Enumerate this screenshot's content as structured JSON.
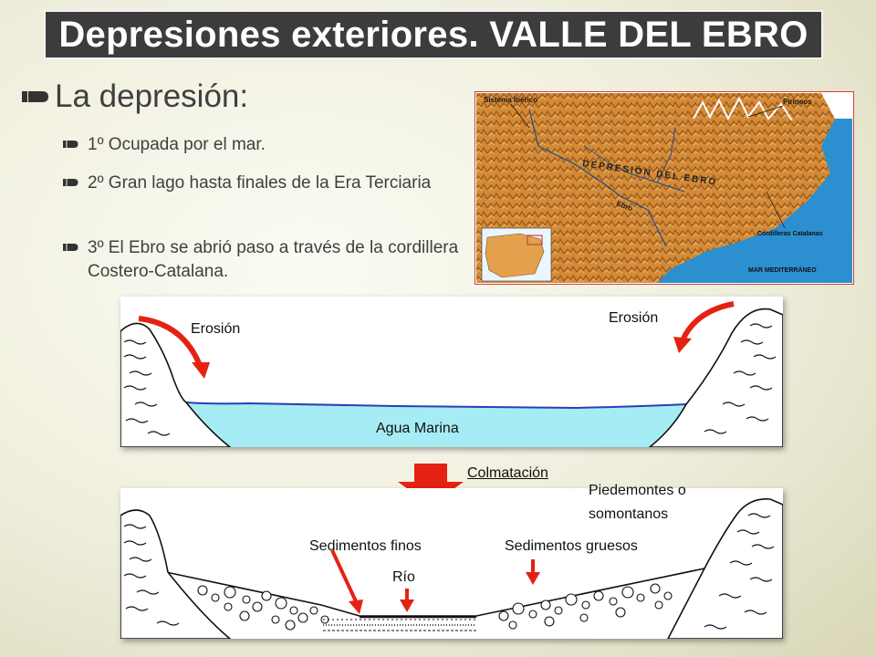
{
  "title": "Depresiones exteriores. VALLE DEL EBRO",
  "heading": "La depresión:",
  "bullets": [
    "1º Ocupada por el mar.",
    "2º Gran lago hasta finales de la Era Terciaria",
    "3º El Ebro se abrió paso a través de la cordillera Costero-Catalana."
  ],
  "map": {
    "sistema_iberico": "Sistema Ibérico",
    "pirineos": "Pirineos",
    "depresion_del_ebro": "DEPRESIÓN DEL EBRO",
    "ebro": "Ebro",
    "cordilleras_catalanas": "Cordilleras Catalanas",
    "mar_mediterraneo": "MAR MEDITERRÁNEO"
  },
  "diagram_top": {
    "erosion_left": "Erosión",
    "erosion_right": "Erosión",
    "agua_marina": "Agua Marina"
  },
  "colmatacion": "Colmatación",
  "diagram_bottom": {
    "piedemontes": "Piedemontes o",
    "somontanos": "somontanos",
    "sedimentos_finos": "Sedimentos finos",
    "sedimentos_gruesos": "Sedimentos gruesos",
    "rio": "Río"
  },
  "colors": {
    "title_bg": "#3c3c3c",
    "water": "#a6ecf4",
    "arrow_red": "#e52212",
    "map_land": "#d9913a",
    "map_sea": "#2c8fd0"
  }
}
